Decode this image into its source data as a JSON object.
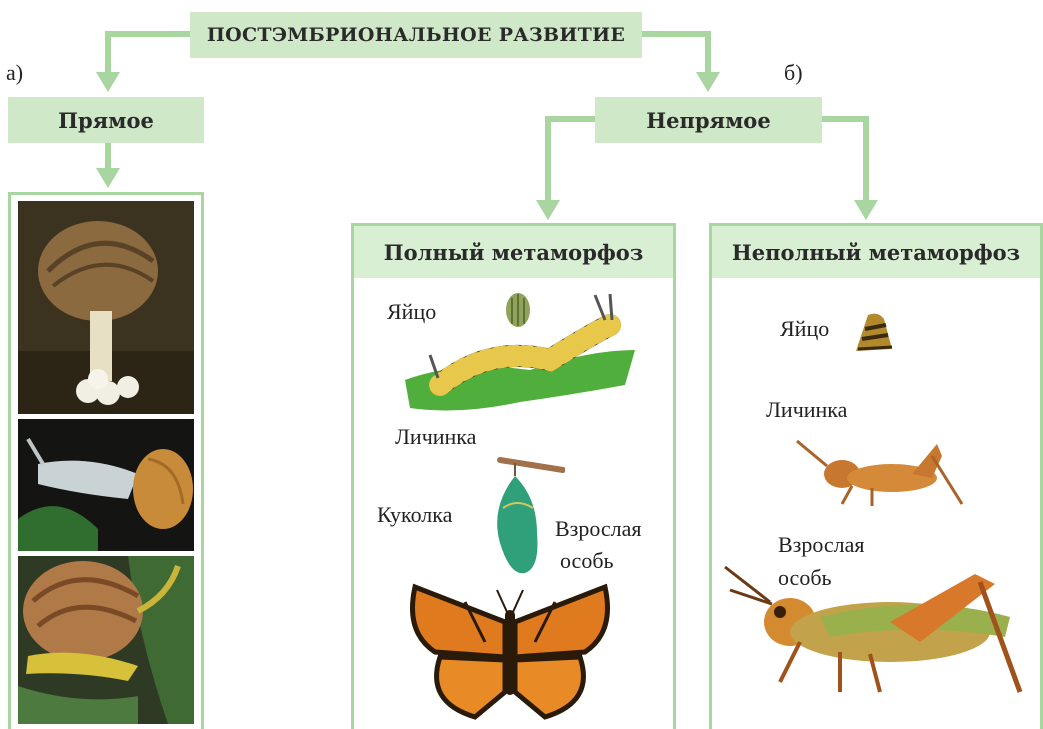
{
  "title": "ПОСТЭМБРИОНАЛЬНОЕ РАЗВИТИЕ",
  "markers": {
    "a": "а)",
    "b": "б)"
  },
  "direct": {
    "label": "Прямое"
  },
  "indirect": {
    "label": "Непрямое"
  },
  "complete": {
    "title": "Полный метаморфоз",
    "egg": "Яйцо",
    "larva": "Личинка",
    "pupa": "Куколка",
    "adult_line1": "Взрослая",
    "adult_line2": "особь"
  },
  "incomplete": {
    "title": "Неполный метаморфоз",
    "egg": "Яйцо",
    "larva": "Личинка",
    "adult_line1": "Взрослая",
    "adult_line2": "особь"
  },
  "colors": {
    "arrow": "#a9d6a0",
    "box": "#cfe8c8",
    "panel_border": "#a9d6a0"
  },
  "icons": [
    "snail-hatching-image",
    "snail-young-image",
    "snail-adult-image",
    "butterfly-egg-icon",
    "caterpillar-icon",
    "chrysalis-icon",
    "monarch-butterfly-icon",
    "grasshopper-egg-icon",
    "grasshopper-nymph-icon",
    "grasshopper-adult-icon"
  ]
}
